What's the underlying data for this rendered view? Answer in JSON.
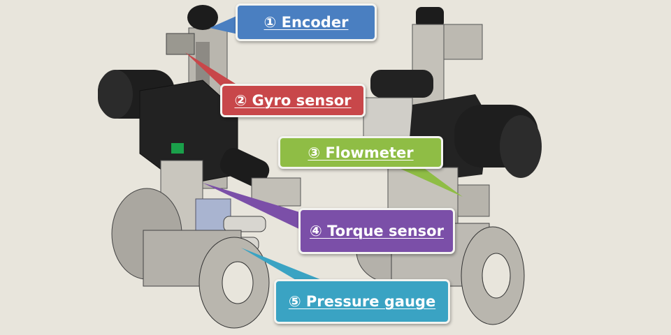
{
  "labels": [
    {
      "text": "① Encoder",
      "color": "#4a7fc1"
    },
    {
      "text": "② Gyro sensor",
      "color": "#c8474a"
    },
    {
      "text": "③ Flowmeter",
      "color": "#8fbd45"
    },
    {
      "text": "④ Torque sensor",
      "color": "#7b4fa8"
    },
    {
      "text": "⑤ Pressure gauge",
      "color": "#3aa3c3"
    }
  ]
}
